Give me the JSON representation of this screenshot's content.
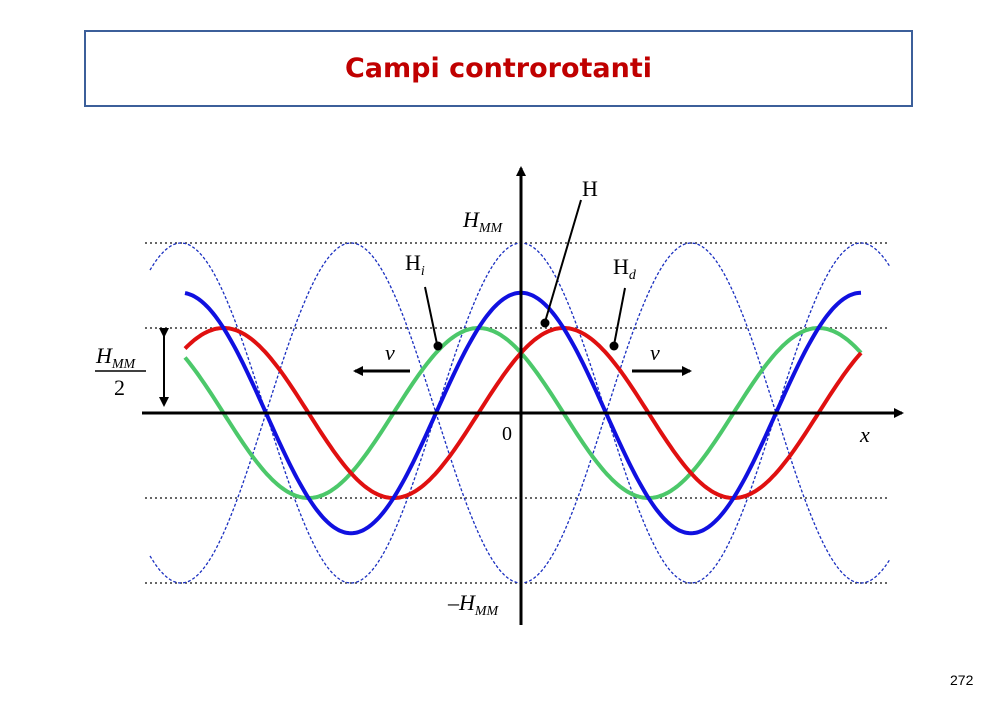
{
  "slide": {
    "title": "Campi controrotanti",
    "page_number": "272"
  },
  "diagram": {
    "labels": {
      "h_total": "H",
      "h_i_base": "H",
      "h_i_sub": "i",
      "h_d_base": "H",
      "h_d_sub": "d",
      "velocity_left": "v",
      "velocity_right": "v",
      "hmm_top_base": "H",
      "hmm_top_sub": "MM",
      "hmm_bottom_base": "–H",
      "hmm_bottom_sub": "MM",
      "half_num_base": "H",
      "half_num_sub": "MM",
      "half_den": "2",
      "origin": "0",
      "x_axis": "x"
    },
    "colors": {
      "h_total": "#1010e0",
      "h_i": "#4cc86a",
      "h_d": "#e01010",
      "stationary_dashed": "#1a2fc0",
      "reference_lines": "#333333",
      "axes": "#000000"
    }
  }
}
